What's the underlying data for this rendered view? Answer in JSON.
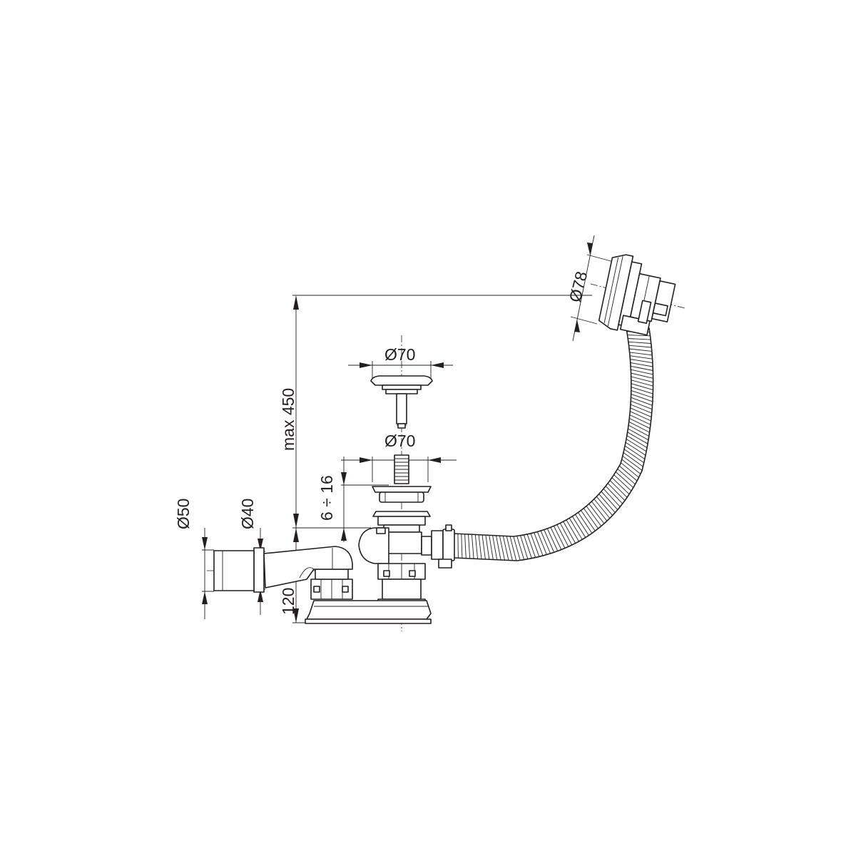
{
  "drawing": {
    "dimensions": {
      "waste_diameter_outer": "Ø50",
      "waste_diameter_inner": "Ø40",
      "max_height": "max 450",
      "height_120": "120",
      "tub_thickness": "6 ÷ 16",
      "plug_diameter": "Ø70",
      "plug_body_diameter": "Ø70",
      "overflow_diameter": "Ø78"
    },
    "colors": {
      "line": "#231f20",
      "background": "#ffffff"
    }
  }
}
